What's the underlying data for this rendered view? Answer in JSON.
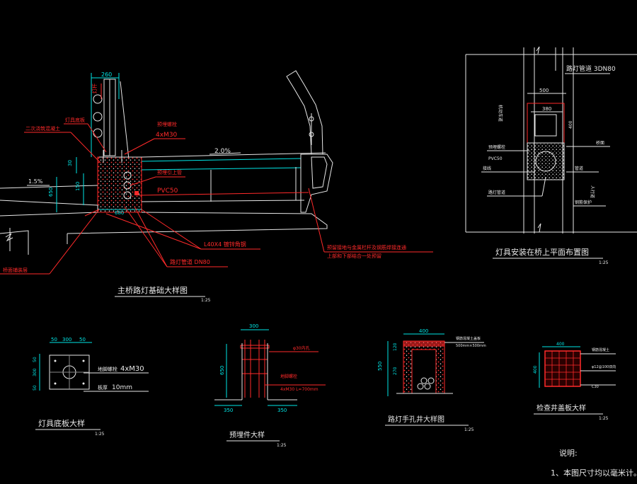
{
  "drawings": {
    "main_detail": {
      "title": "主桥路灯基础大样图",
      "scale": "1:25",
      "dims": {
        "top": "260",
        "width": "680",
        "h1": "30",
        "h2": "150",
        "h3": "650"
      },
      "slope_left": "1.5%",
      "slope_deck": "2.0%",
      "labels": {
        "lamp_post": "灯杆",
        "lamp_base": "灯具底板",
        "second_pour": "二次浇筑混凝土",
        "anchor": "预埋螺栓",
        "bolt": "4xM30",
        "conduit": "预埋引上管",
        "pvc": "PVC50",
        "steel": "L40X4 镀锌角钢",
        "pipe": "路灯管道 DN80",
        "deck": "桥面铺装层",
        "note_line1": "预留接地与金属栏杆及钢筋焊接连通",
        "note_line2": "上部和下部结合一处预留"
      }
    },
    "plan_detail": {
      "title": "灯具安装在桥上平面布置图",
      "scale": "1:25",
      "pipe": "路灯管道 3DN80",
      "dims": {
        "w500": "500",
        "w380": "380",
        "h": "400"
      },
      "labels": {
        "bridge": "桥面",
        "side": "机动车道",
        "base": "预埋螺栓",
        "pvc": "PVC50",
        "well": "接线",
        "pipe_label": "管道",
        "road": "人行道",
        "cable": "路灯管道",
        "steel_bar": "钢筋保护"
      }
    },
    "base_plate": {
      "title": "灯具底板大样",
      "scale": "1:25",
      "dims": {
        "a": "50",
        "b": "300",
        "c": "50",
        "d": "50",
        "e": "300",
        "f": "50"
      },
      "bolt": "地脚螺栓",
      "bolt_spec": "4xM30",
      "plate": "板厚",
      "plate_spec": "10mm"
    },
    "embed": {
      "title": "预埋件大样",
      "scale": "1:25",
      "dims": {
        "top": "300",
        "h": "650",
        "l": "350",
        "r": "350"
      },
      "label_a": "φ30内孔",
      "label_b": "地脚螺栓",
      "label_c": "4xM30 L=700mm"
    },
    "hand_hole": {
      "title": "路灯手孔井大样图",
      "scale": "1:25",
      "dims": {
        "top": "400",
        "h1": "550",
        "h2": "120",
        "h3": "270"
      },
      "label_a": "钢筋混凝土盖板",
      "label_b": "500mm×500mm"
    },
    "cover": {
      "title": "检查井盖板大样",
      "scale": "1:25",
      "dims": {
        "top": "400",
        "left": "400"
      },
      "label_a": "钢筋混凝土",
      "label_b": "φ12@100双向",
      "label_c": "C30"
    },
    "notes": {
      "header": "说明:",
      "line1": "1、本图尺寸均以毫米计。"
    }
  },
  "colors": {
    "background": "#000000",
    "line": "#e8e8e8",
    "annotation": "#ff2a2a",
    "dimension": "#00e6e6",
    "hatch": "#ff2a2a"
  }
}
